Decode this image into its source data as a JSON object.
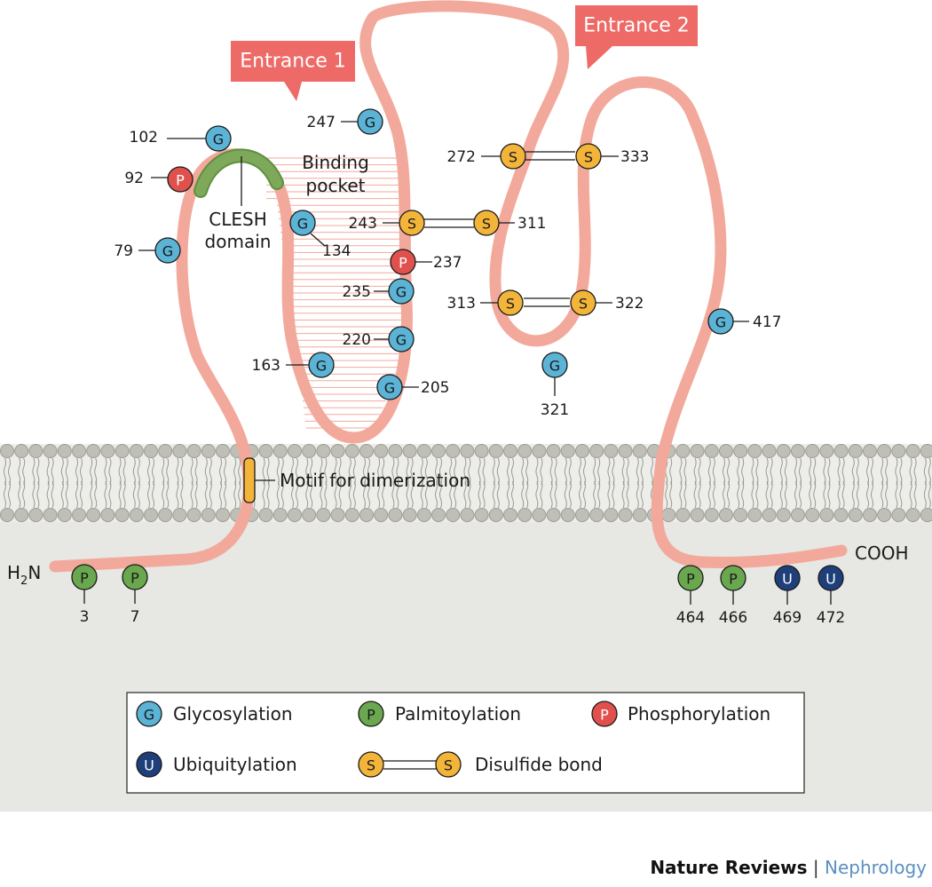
{
  "title": "",
  "termini": {
    "n": "H",
    "n_sub": "2",
    "n_tail": "N",
    "c": "COOH"
  },
  "callouts": {
    "entrance1": "Entrance 1",
    "entrance2": "Entrance 2"
  },
  "region_labels": {
    "binding_line1": "Binding",
    "binding_line2": "pocket",
    "clesh_line1": "CLESH",
    "clesh_line2": "domain",
    "dimerization": "Motif for dimerization"
  },
  "site_types": {
    "G": {
      "letter": "G",
      "name": "Glycosylation",
      "color": "#5bb3d6"
    },
    "P_palm": {
      "letter": "P",
      "name": "Palmitoylation",
      "color": "#6aa84f"
    },
    "P_phos": {
      "letter": "P",
      "name": "Phosphorylation",
      "color": "#e0514d"
    },
    "U": {
      "letter": "U",
      "name": "Ubiquitylation",
      "color": "#1f3f7a"
    },
    "S": {
      "letter": "S",
      "name": "Disulfide bond",
      "color": "#f3b43a"
    }
  },
  "sites": [
    {
      "type": "G",
      "label": "102"
    },
    {
      "type": "P_phos",
      "label": "92"
    },
    {
      "type": "G",
      "label": "79"
    },
    {
      "type": "G",
      "label": "247"
    },
    {
      "type": "G",
      "label": "134"
    },
    {
      "type": "P_phos",
      "label": "237"
    },
    {
      "type": "G",
      "label": "235"
    },
    {
      "type": "G",
      "label": "220"
    },
    {
      "type": "G",
      "label": "163"
    },
    {
      "type": "G",
      "label": "205"
    },
    {
      "type": "G",
      "label": "321"
    },
    {
      "type": "G",
      "label": "417"
    },
    {
      "type": "P_palm",
      "label": "3"
    },
    {
      "type": "P_palm",
      "label": "7"
    },
    {
      "type": "P_palm",
      "label": "464"
    },
    {
      "type": "P_palm",
      "label": "466"
    },
    {
      "type": "U",
      "label": "469"
    },
    {
      "type": "U",
      "label": "472"
    }
  ],
  "disulfide_bonds": [
    {
      "left": "272",
      "right": "333"
    },
    {
      "left": "243",
      "right": "311"
    },
    {
      "left": "313",
      "right": "322"
    }
  ],
  "legend": {
    "glycosylation": "Glycosylation",
    "palmitoylation": "Palmitoylation",
    "phosphorylation": "Phosphorylation",
    "ubiquitylation": "Ubiquitylation",
    "disulfide": "Disulfide bond"
  },
  "colors": {
    "chain": "#f2a99b",
    "clesh": "#7ea85a",
    "motif": "#f3b43a",
    "callout": "#ee6a67",
    "membrane_head": "#bfbfb7",
    "cytoplasm": "#e7e7e3"
  },
  "credit": {
    "publisher": "Nature Reviews",
    "separator": "|",
    "journal": "Nephrology"
  }
}
